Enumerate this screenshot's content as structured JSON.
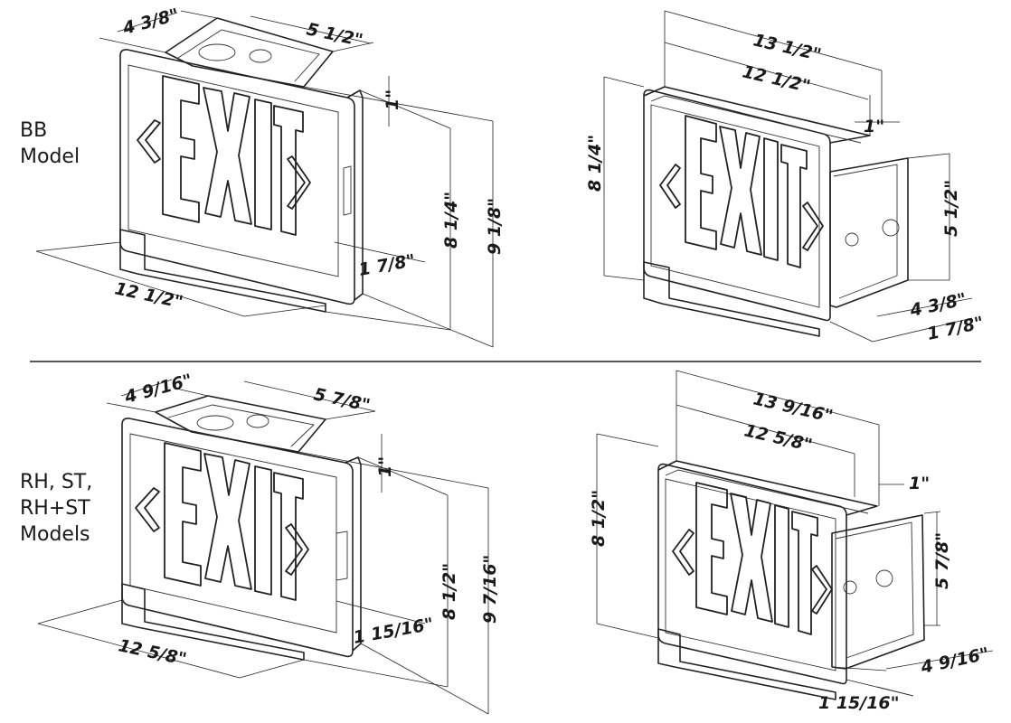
{
  "sections": [
    {
      "model_label": [
        "BB",
        "Model"
      ],
      "front_dims": {
        "depth": "4 3/8\"",
        "canopy_width": "5 1/2\"",
        "top_offset": "1\"",
        "height_inner": "8 1/4\"",
        "height_outer": "9 1/8\"",
        "housing_depth": "1 7/8\"",
        "width": "12 1/2\""
      },
      "side_dims": {
        "overall_width": "13 1/2\"",
        "width": "12 1/2\"",
        "offset": "1\"",
        "height": "8 1/4\"",
        "bracket_height": "5 1/2\"",
        "depth": "4 3/8\"",
        "housing_depth": "1 7/8\""
      }
    },
    {
      "model_label": [
        "RH, ST,",
        "RH+ST",
        "Models"
      ],
      "front_dims": {
        "depth": "4 9/16\"",
        "canopy_width": "5 7/8\"",
        "top_offset": "1\"",
        "height_inner": "8 1/2\"",
        "height_outer": "9 7/16\"",
        "housing_depth": "1 15/16\"",
        "width": "12 5/8\""
      },
      "side_dims": {
        "overall_width": "13 9/16\"",
        "width": "12 5/8\"",
        "offset": "1\"",
        "height": "8 1/2\"",
        "bracket_height": "5 7/8\"",
        "depth": "4 9/16\"",
        "housing_depth": "1 15/16\""
      }
    }
  ],
  "sign_text": "EXIT",
  "colors": {
    "line": "#222222",
    "background": "#ffffff"
  }
}
